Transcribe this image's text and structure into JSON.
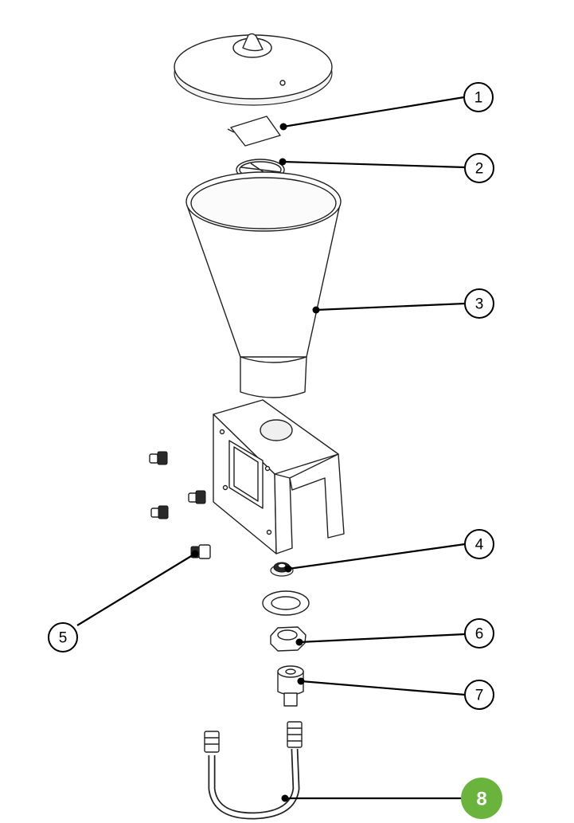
{
  "callouts": [
    {
      "id": "1",
      "label": "1",
      "highlight": false
    },
    {
      "id": "2",
      "label": "2",
      "highlight": false
    },
    {
      "id": "3",
      "label": "3",
      "highlight": false
    },
    {
      "id": "4",
      "label": "4",
      "highlight": false
    },
    {
      "id": "5",
      "label": "5",
      "highlight": false
    },
    {
      "id": "6",
      "label": "6",
      "highlight": false
    },
    {
      "id": "7",
      "label": "7",
      "highlight": false
    },
    {
      "id": "8",
      "label": "8",
      "highlight": true
    }
  ],
  "colors": {
    "line": "#000000",
    "highlight": "#6ab43e",
    "highlight_text": "#ffffff"
  }
}
